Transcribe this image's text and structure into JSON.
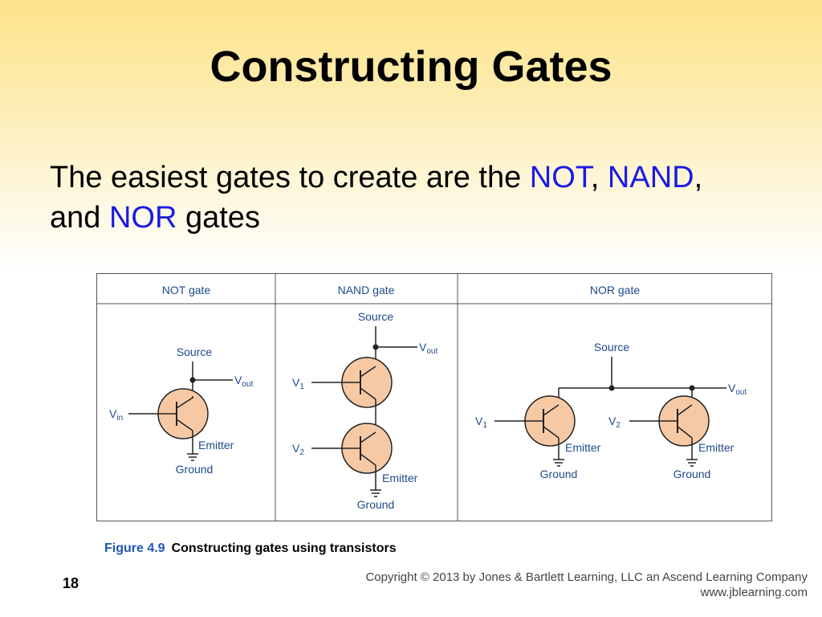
{
  "slide": {
    "title": "Constructing Gates",
    "body": {
      "intro": "The easiest gates to create are the ",
      "kw1": "NOT",
      "sep1": ", ",
      "kw2": "NAND",
      "sep2": ",",
      "line2_start": "and ",
      "kw3": "NOR",
      "line2_end": " gates"
    },
    "page_number": "18",
    "copyright_line1": "Copyright © 2013 by Jones & Bartlett Learning, LLC an Ascend Learning Company",
    "copyright_line2": "www.jblearning.com"
  },
  "figure": {
    "headers": {
      "not": "NOT gate",
      "nand": "NAND gate",
      "nor": "NOR gate"
    },
    "labels": {
      "source": "Source",
      "ground": "Ground",
      "emitter": "Emitter",
      "v": "V",
      "in_sub": "in",
      "out_sub": "out",
      "sub1": "1",
      "sub2": "2"
    },
    "caption_number": "Figure 4.9",
    "caption_text": "Constructing gates using transistors"
  },
  "colors": {
    "transistor_fill": "#f6c9a4",
    "wire": "#222222",
    "diagram_text": "#1e4a8a",
    "keyword": "#1a1ae6"
  }
}
